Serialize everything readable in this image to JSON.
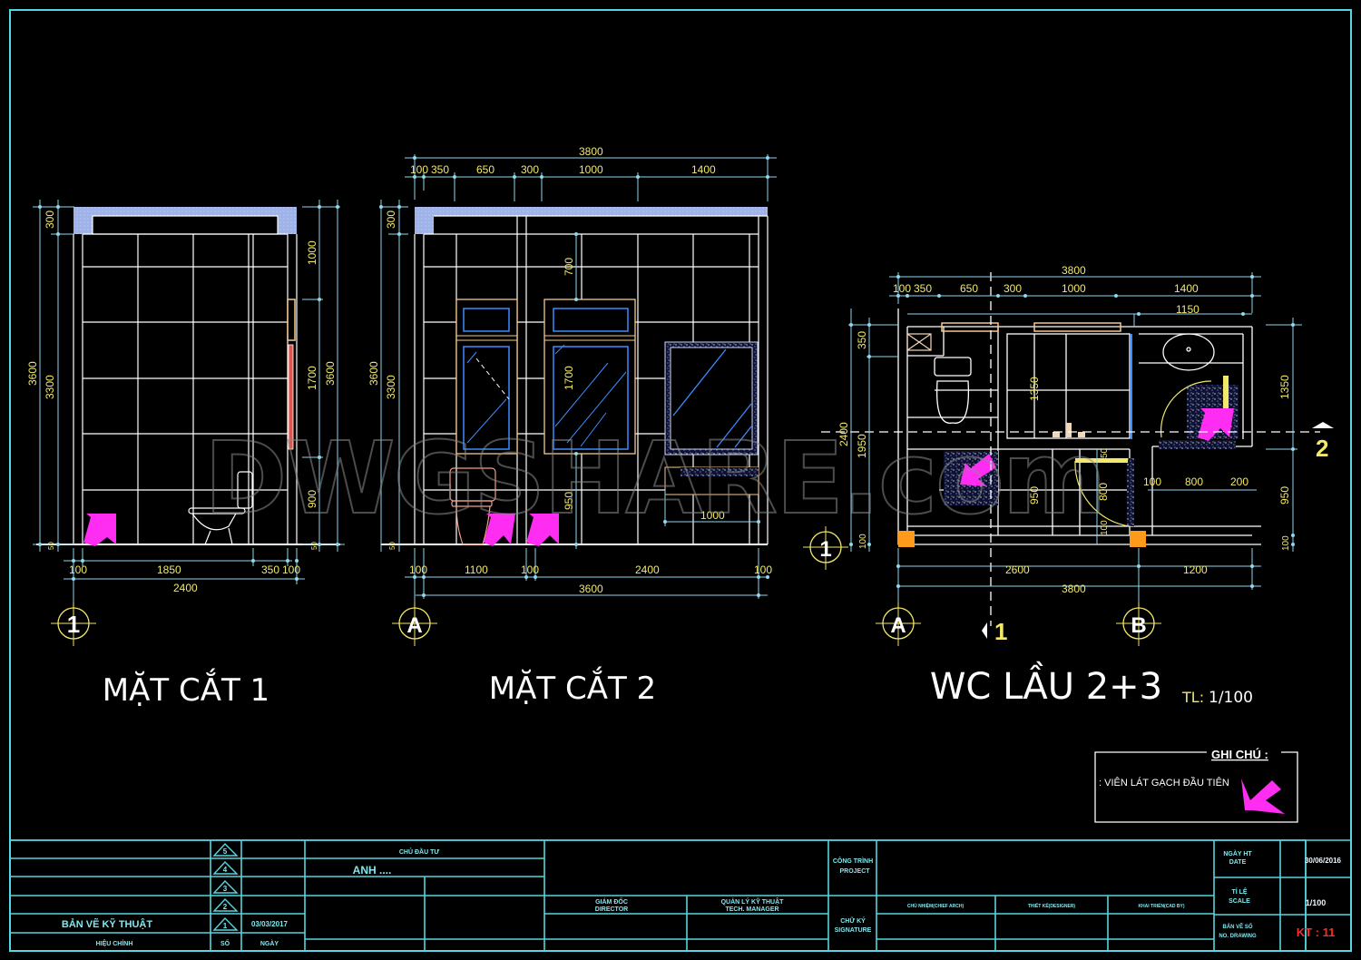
{
  "sheet": {
    "colors": {
      "frame": "#55d6e0",
      "wall": "#ffffff",
      "dimension_line": "#8fd8ee",
      "dimension_text": "#f2e96a",
      "marker_arrow": "#ff2df2",
      "slab": "#9fb3e8",
      "window_frame": "#f7c98a",
      "glass": "#3b8cff",
      "column": "#ff9a1a",
      "door_swing": "#f2e96a",
      "drawing_number": "#ff2a2a"
    },
    "watermark": "DWGSHARE.com"
  },
  "views": [
    {
      "id": "mat-cat-1",
      "title": "MẶT CẮT 1",
      "axis_bubble": "1",
      "dims_top_left": [
        "300",
        "3300",
        "3600"
      ],
      "dims_right": [
        "1000",
        "1700",
        "900",
        "3600"
      ],
      "dims_bottom_row1": [
        "100",
        "1850",
        "350",
        "100"
      ],
      "dims_bottom_total": "2400",
      "floor_step_left": "50",
      "floor_step_right": "50"
    },
    {
      "id": "mat-cat-2",
      "title": "MẶT CẮT 2",
      "axis_bubble": "A",
      "dims_top_total": "3800",
      "dims_top_row": [
        "100",
        "350",
        "650",
        "300",
        "1000",
        "1400"
      ],
      "dims_left": [
        "300",
        "3300",
        "3600"
      ],
      "dims_inner": [
        "700",
        "1700",
        "950",
        "1000"
      ],
      "dims_bottom_row1": [
        "100",
        "1100",
        "100",
        "2400",
        "100"
      ],
      "dims_bottom_total": "3600",
      "floor_step_left": "50"
    },
    {
      "id": "wc-plan",
      "title": "WC LẦU 2+3",
      "scale_label": "TL:",
      "scale_value": "1/100",
      "dims_top_total": "3800",
      "dims_top_row": [
        "100",
        "350",
        "650",
        "300",
        "1000",
        "1400"
      ],
      "dims_top_inner": "1150",
      "dims_left": [
        "350",
        "2400",
        "1950",
        "100"
      ],
      "dims_inner": [
        "1350",
        "50",
        "950",
        "800",
        "100"
      ],
      "dims_right": [
        "1350",
        "950",
        "100"
      ],
      "dims_right_inner_row": [
        "100",
        "800",
        "200"
      ],
      "dims_bottom_row1": [
        "2600",
        "1200"
      ],
      "dims_bottom_total": "3800",
      "axis_bubbles": [
        "A",
        "B",
        "1"
      ],
      "section_marks": [
        "1",
        "2"
      ]
    }
  ],
  "legend": {
    "title": "GHI CHÚ :",
    "item_label": ": VIÊN LÁT GẠCH ĐẦU TIÊN",
    "item_icon": "magenta-arrow-icon"
  },
  "title_block": {
    "revisions": [
      {
        "no": "5",
        "date": ""
      },
      {
        "no": "4",
        "date": ""
      },
      {
        "no": "3",
        "date": ""
      },
      {
        "no": "2",
        "date": ""
      },
      {
        "no": "1",
        "date": "03/03/2017"
      }
    ],
    "drawing_type": "BẢN VẼ KỸ THUẬT",
    "rev_header_label": "HIỆU CHỈNH",
    "rev_header_no": "SỐ",
    "rev_header_date": "NGÀY",
    "owner_label": "CHỦ ĐẦU TƯ",
    "owner_value": "ANH ....",
    "director_label_vi": "GIÁM ĐỐC",
    "director_label_en": "DIRECTOR",
    "tech_manager_label_vi": "QUẢN LÝ KỸ THUẬT",
    "tech_manager_label_en": "TECH. MANAGER",
    "project_label_vi": "CÔNG TRÌNH",
    "project_label_en": "PROJECT",
    "signature_label_vi": "CHỮ KÝ",
    "signature_label_en": "SIGNATURE",
    "chief_arch_label": "CHỦ NHIỆM(CHIEF ARCH)",
    "designer_label": "THIẾT KẾ(DESIGNER)",
    "cad_label": "KHAI TRIỂN(CAD BY)",
    "date_label_vi": "NGÀY HT",
    "date_label_en": "DATE",
    "date_value": "30/06/2016",
    "scale_label_vi": "TỈ LỆ",
    "scale_label_en": "SCALE",
    "scale_value": "1/100",
    "drawing_no_label_vi": "BẢN VẼ SỐ",
    "drawing_no_label_en": "NO. DRAWING",
    "drawing_no_value": "KT : 11"
  }
}
